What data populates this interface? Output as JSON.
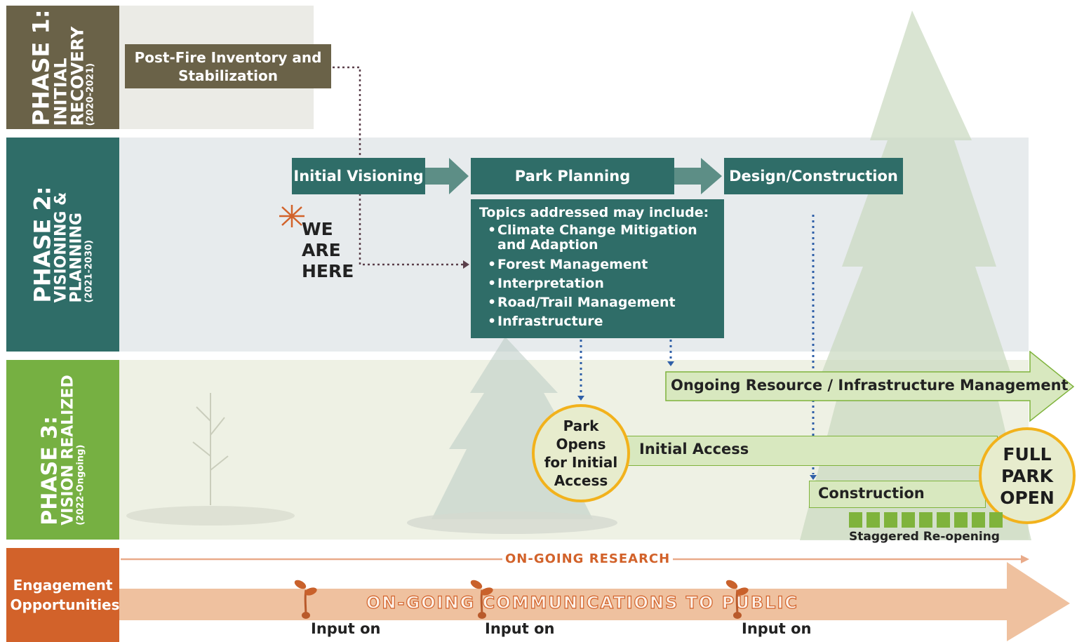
{
  "phases": [
    {
      "title": "PHASE 1:",
      "name_line1": "INITIAL",
      "name_line2": "RECOVERY",
      "years": "(2020-2021)",
      "color": "#6a6248"
    },
    {
      "title": "PHASE 2:",
      "name_line1": "VISIONING &",
      "name_line2": "PLANNING",
      "years": "(2021-2030)",
      "color": "#2f6d68"
    },
    {
      "title": "PHASE 3:",
      "name_line1": "VISION REALIZED",
      "name_line2": "",
      "years": "(2022-Ongoing)",
      "color": "#76b042"
    }
  ],
  "engagement_label": "Engagement Opportunities",
  "phase1_box": "Post-Fire Inventory and Stabilization",
  "phase2_steps": [
    "Initial Visioning",
    "Park Planning",
    "Design/Construction"
  ],
  "we_are_here": "WE ARE HERE",
  "topics": {
    "heading": "Topics addressed may include:",
    "items": [
      "Climate Change Mitigation and Adaption",
      "Forest Management",
      "Interpretation",
      "Road/Trail Management",
      "Infrastructure"
    ]
  },
  "ongoing_management": "Ongoing Resource / Infrastructure Management",
  "park_opens": "Park Opens for Initial Access",
  "initial_access": "Initial Access",
  "construction": "Construction",
  "full_park_open": "FULL PARK OPEN",
  "staggered": "Staggered Re-opening",
  "research": "ON-GOING RESEARCH",
  "communications": "ON-GOING COMMUNICATIONS TO PUBLIC",
  "inputs": [
    "Input on",
    "Input on",
    "Input on"
  ],
  "colors": {
    "phase1": "#6a6248",
    "phase2": "#2f6d68",
    "phase3": "#76b042",
    "engagement": "#d2622a",
    "accent_gold": "#f2b21c",
    "light_green": "#d8e8bf"
  }
}
